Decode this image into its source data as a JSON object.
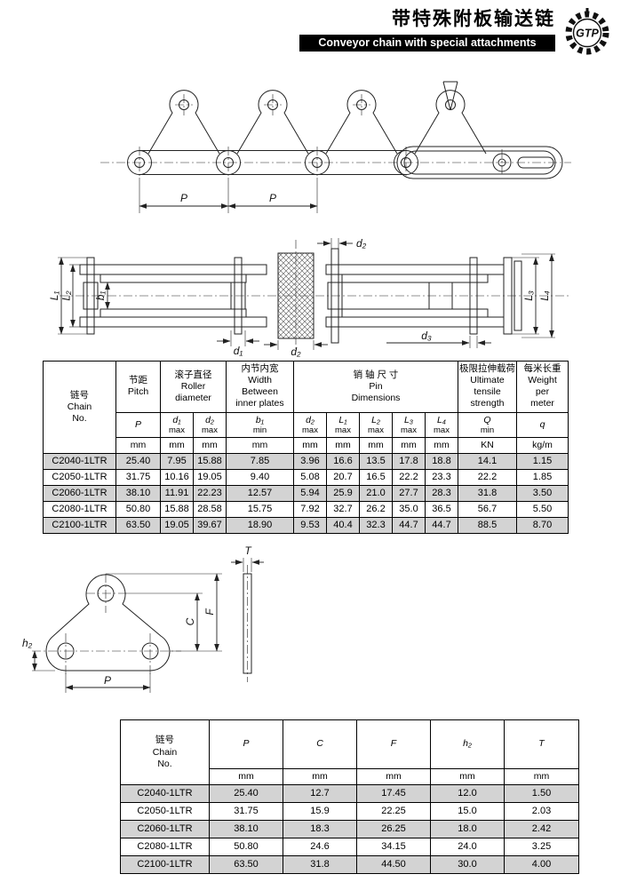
{
  "header": {
    "title_zh": "带特殊附板输送链",
    "title_en": "Conveyor chain with special attachments",
    "logo_text": "GTP"
  },
  "dims": {
    "P": "P",
    "d1": "d₁",
    "d2": "d₂",
    "d3": "d₃",
    "L1": "L₁",
    "L2": "L₂",
    "L3": "L₃",
    "L4": "L₄",
    "b1": "b₁",
    "C": "C",
    "F": "F",
    "T": "T",
    "h2": "h₂"
  },
  "table1": {
    "chain": [
      "链号",
      "Chain",
      "No."
    ],
    "groups": [
      [
        "节距",
        "Pitch"
      ],
      [
        "滚子直径",
        "Roller",
        "diameter"
      ],
      [
        "内节内宽",
        "Width",
        "Between",
        "inner plates"
      ],
      [
        "销 轴 尺 寸",
        "Pin",
        "Dimensions"
      ],
      [
        "极限拉伸载荷",
        "Ultimate",
        "tensile",
        "strength"
      ],
      [
        "每米长重",
        "Weight",
        "per",
        "meter"
      ]
    ],
    "symbols": [
      {
        "sym": "P",
        "sub": ""
      },
      {
        "sym": "d₁",
        "sub": "max"
      },
      {
        "sym": "d₂",
        "sub": "max"
      },
      {
        "sym": "b₁",
        "sub": "min"
      },
      {
        "sym": "d₂",
        "sub": "max"
      },
      {
        "sym": "L₁",
        "sub": "max"
      },
      {
        "sym": "L₂",
        "sub": "max"
      },
      {
        "sym": "L₃",
        "sub": "max"
      },
      {
        "sym": "L₄",
        "sub": "max"
      },
      {
        "sym": "Q",
        "sub": "min"
      },
      {
        "sym": "q",
        "sub": ""
      }
    ],
    "units": [
      "mm",
      "mm",
      "mm",
      "mm",
      "mm",
      "mm",
      "mm",
      "mm",
      "mm",
      "KN",
      "kg/m"
    ],
    "rows": [
      {
        "chain": "C2040-1LTR",
        "values": [
          "25.40",
          "7.95",
          "15.88",
          "7.85",
          "3.96",
          "16.6",
          "13.5",
          "17.8",
          "18.8",
          "14.1",
          "1.15"
        ]
      },
      {
        "chain": "C2050-1LTR",
        "values": [
          "31.75",
          "10.16",
          "19.05",
          "9.40",
          "5.08",
          "20.7",
          "16.5",
          "22.2",
          "23.3",
          "22.2",
          "1.85"
        ]
      },
      {
        "chain": "C2060-1LTR",
        "values": [
          "38.10",
          "11.91",
          "22.23",
          "12.57",
          "5.94",
          "25.9",
          "21.0",
          "27.7",
          "28.3",
          "31.8",
          "3.50"
        ]
      },
      {
        "chain": "C2080-1LTR",
        "values": [
          "50.80",
          "15.88",
          "28.58",
          "15.75",
          "7.92",
          "32.7",
          "26.2",
          "35.0",
          "36.5",
          "56.7",
          "5.50"
        ]
      },
      {
        "chain": "C2100-1LTR",
        "values": [
          "63.50",
          "19.05",
          "39.67",
          "18.90",
          "9.53",
          "40.4",
          "32.3",
          "44.7",
          "44.7",
          "88.5",
          "8.70"
        ]
      }
    ]
  },
  "table2": {
    "chain": [
      "链号",
      "Chain",
      "No."
    ],
    "cols": [
      "P",
      "C",
      "F",
      "h₂",
      "T"
    ],
    "units": [
      "mm",
      "mm",
      "mm",
      "mm",
      "mm"
    ],
    "rows": [
      {
        "chain": "C2040-1LTR",
        "values": [
          "25.40",
          "12.7",
          "17.45",
          "12.0",
          "1.50"
        ]
      },
      {
        "chain": "C2050-1LTR",
        "values": [
          "31.75",
          "15.9",
          "22.25",
          "15.0",
          "2.03"
        ]
      },
      {
        "chain": "C2060-1LTR",
        "values": [
          "38.10",
          "18.3",
          "26.25",
          "18.0",
          "2.42"
        ]
      },
      {
        "chain": "C2080-1LTR",
        "values": [
          "50.80",
          "24.6",
          "34.15",
          "24.0",
          "3.25"
        ]
      },
      {
        "chain": "C2100-1LTR",
        "values": [
          "63.50",
          "31.8",
          "44.50",
          "30.0",
          "4.00"
        ]
      }
    ]
  },
  "colors": {
    "shaded_row": "#d3d3d3",
    "bar_bg": "#000000"
  }
}
